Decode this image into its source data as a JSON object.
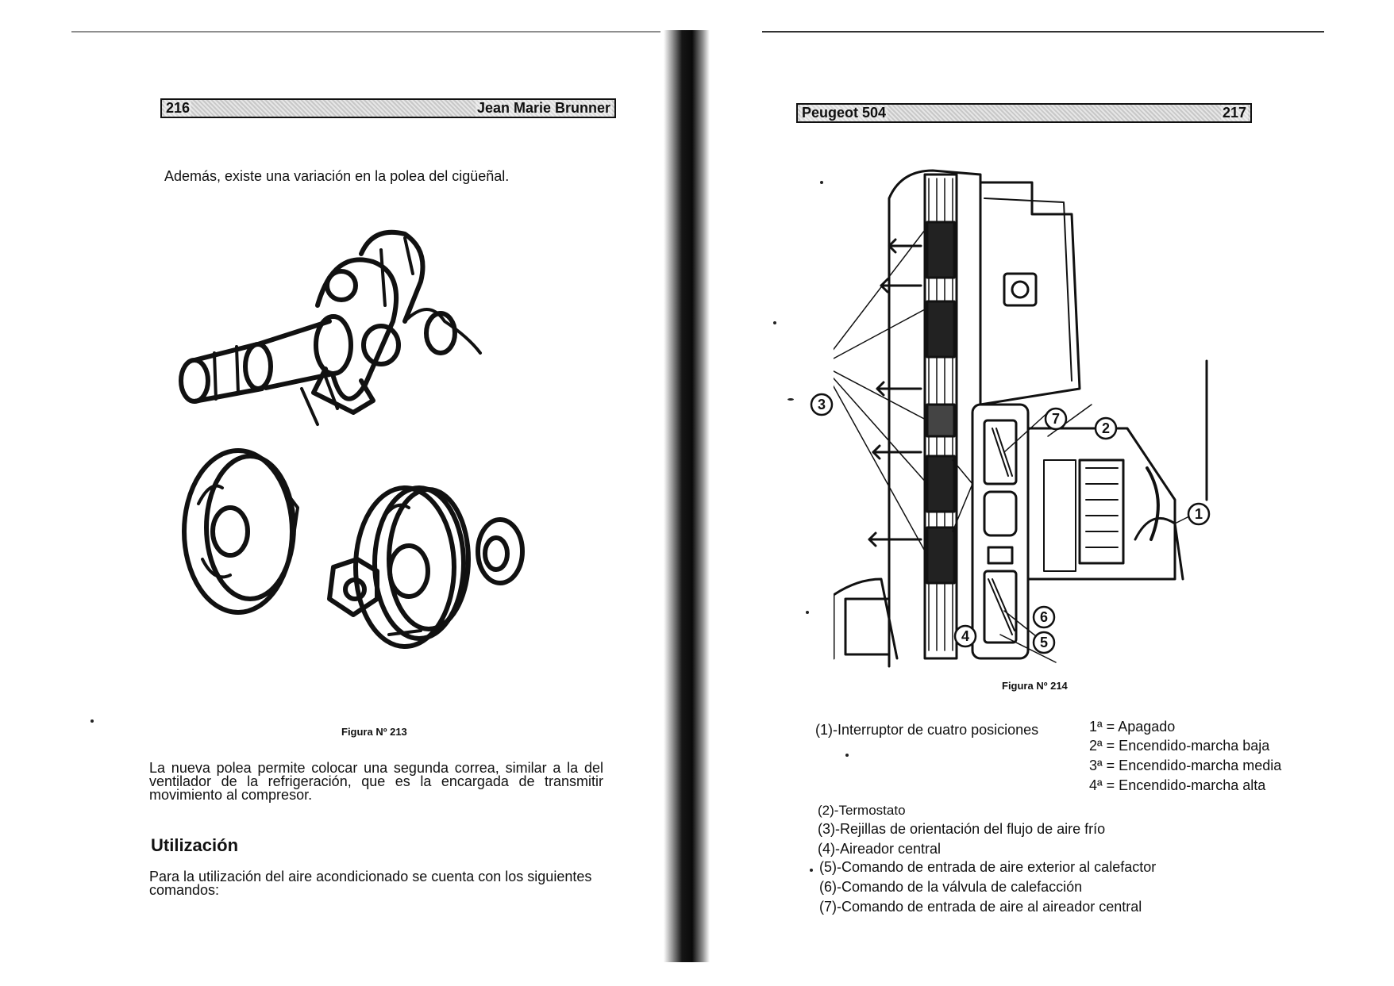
{
  "left_page": {
    "page_number": "216",
    "author": "Jean Marie Brunner",
    "intro": "Además, existe una variación en la polea del cigüeñal.",
    "figure_caption": "Figura Nº 213",
    "paragraph": "La nueva polea permite colocar una segunda correa, similar a la del ventilador de la refrigeración, que es la encargada de transmitir movimiento al compresor.",
    "section_heading": "Utilización",
    "section_text": "Para la utilización del aire acondicionado se cuenta con los siguientes comandos:"
  },
  "right_page": {
    "running_title": "Peugeot 504",
    "page_number": "217",
    "figure_caption": "Figura Nº 214",
    "figure_callouts": [
      "1",
      "2",
      "3",
      "4",
      "5",
      "6",
      "7"
    ],
    "switch_label": "(1)-Interruptor de cuatro posiciones",
    "switch_positions": [
      "1ª = Apagado",
      "2ª = Encendido-marcha baja",
      "3ª = Encendido-marcha media",
      "4ª = Encendido-marcha alta"
    ],
    "legend": [
      "(2)-Termostato",
      "(3)-Rejillas de orientación del flujo de aire frío",
      "(4)-Aireador central",
      "(5)-Comando de entrada de aire exterior al calefactor",
      "(6)-Comando de la válvula de calefacción",
      "(7)-Comando de entrada de aire al aireador central"
    ]
  }
}
